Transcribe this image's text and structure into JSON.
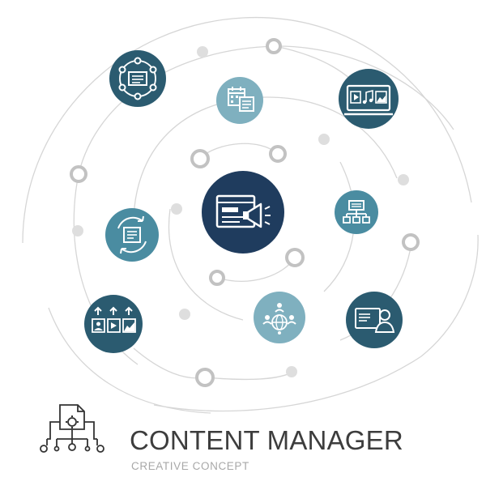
{
  "headline": {
    "title": "CONTENT MANAGER",
    "subtitle": "CREATIVE CONCEPT"
  },
  "colors": {
    "center": "#1f3c5e",
    "dark_teal": "#2b5b70",
    "mid_teal": "#4a8ca1",
    "light_teal": "#7fb0bf",
    "track": "#d6d6d6",
    "dot": "#dedede",
    "ring": "#c2c2c2"
  },
  "icons": [
    {
      "name": "megaphone-web-icon",
      "tone": "center"
    },
    {
      "name": "content-network-icon",
      "tone": "dark_teal"
    },
    {
      "name": "calendar-document-icon",
      "tone": "light_teal"
    },
    {
      "name": "multimedia-screen-icon",
      "tone": "dark_teal"
    },
    {
      "name": "refresh-document-icon",
      "tone": "mid_teal"
    },
    {
      "name": "sitemap-icon",
      "tone": "mid_teal"
    },
    {
      "name": "upload-media-icon",
      "tone": "dark_teal"
    },
    {
      "name": "global-users-icon",
      "tone": "light_teal"
    },
    {
      "name": "user-profile-icon",
      "tone": "dark_teal"
    },
    {
      "name": "document-gear-flow-icon",
      "tone": "outline"
    }
  ]
}
